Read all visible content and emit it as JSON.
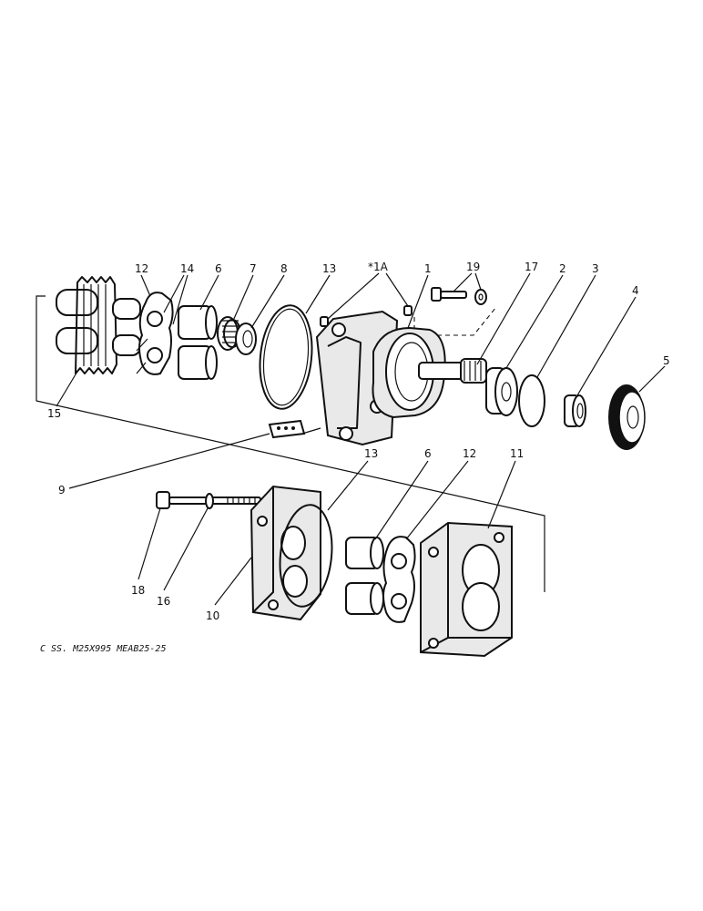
{
  "diagram": {
    "callouts": [
      {
        "id": "c12a",
        "text": "12"
      },
      {
        "id": "c14",
        "text": "14"
      },
      {
        "id": "c6a",
        "text": "6"
      },
      {
        "id": "c7",
        "text": "7"
      },
      {
        "id": "c8",
        "text": "8"
      },
      {
        "id": "c13a",
        "text": "13"
      },
      {
        "id": "c1a",
        "text": "*1A"
      },
      {
        "id": "c1",
        "text": "1"
      },
      {
        "id": "c19",
        "text": "19"
      },
      {
        "id": "c17",
        "text": "17"
      },
      {
        "id": "c2",
        "text": "2"
      },
      {
        "id": "c3",
        "text": "3"
      },
      {
        "id": "c4",
        "text": "4"
      },
      {
        "id": "c5",
        "text": "5"
      },
      {
        "id": "c15",
        "text": "15"
      },
      {
        "id": "c9",
        "text": "9"
      },
      {
        "id": "c13b",
        "text": "13"
      },
      {
        "id": "c6b",
        "text": "6"
      },
      {
        "id": "c12b",
        "text": "12"
      },
      {
        "id": "c11",
        "text": "11"
      },
      {
        "id": "c18",
        "text": "18"
      },
      {
        "id": "c16",
        "text": "16"
      },
      {
        "id": "c10",
        "text": "10"
      }
    ],
    "reference_code": "C SS. M25X995 MEAB25-25"
  }
}
